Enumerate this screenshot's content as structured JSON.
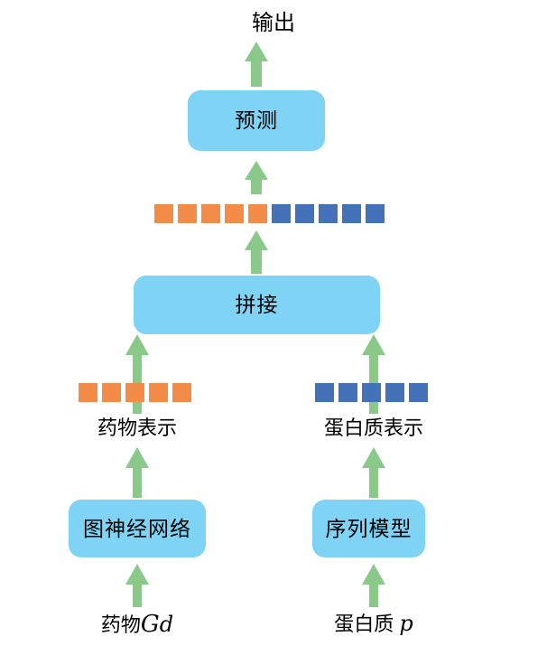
{
  "diagram": {
    "title_text": "输出",
    "colors": {
      "node_fill": "#7FD3F4",
      "arrow_green": "#8BC98B",
      "drug_orange": "#F28C48",
      "protein_blue": "#4472B8",
      "text": "#000000",
      "background": "#FFFFFF"
    },
    "nodes": {
      "output": {
        "label": "输出"
      },
      "prediction": {
        "label": "预测"
      },
      "concat": {
        "label": "拼接"
      },
      "gnn": {
        "label": "图神经网络"
      },
      "sequence_model": {
        "label": "序列模型"
      }
    },
    "labels": {
      "drug_representation": "药物表示",
      "protein_representation": "蛋白质表示",
      "drug_input_prefix": "药物",
      "drug_input_symbol": "G",
      "drug_input_subscript": "d",
      "protein_input_prefix": "蛋白质",
      "protein_input_symbol": "p"
    },
    "vectors": {
      "concatenated": {
        "name": "concatenated-feature-vector",
        "cells": [
          "orange",
          "orange",
          "orange",
          "orange",
          "orange",
          "blue",
          "blue",
          "blue",
          "blue",
          "blue"
        ]
      },
      "drug": {
        "name": "drug-feature-vector",
        "cells": [
          "orange",
          "orange",
          "orange",
          "orange",
          "orange"
        ]
      },
      "protein": {
        "name": "protein-feature-vector",
        "cells": [
          "blue",
          "blue",
          "blue",
          "blue",
          "blue"
        ]
      }
    },
    "arrows": [
      {
        "name": "arrow-prediction-to-output",
        "from": "prediction",
        "to": "output"
      },
      {
        "name": "arrow-concatvector-to-prediction",
        "from": "concatenated-feature-vector",
        "to": "prediction"
      },
      {
        "name": "arrow-concat-to-concatvector",
        "from": "concat",
        "to": "concatenated-feature-vector"
      },
      {
        "name": "arrow-drugvector-to-concat",
        "from": "drug-feature-vector",
        "to": "concat"
      },
      {
        "name": "arrow-proteinvector-to-concat",
        "from": "protein-feature-vector",
        "to": "concat"
      },
      {
        "name": "arrow-gnn-to-drugvector",
        "from": "gnn",
        "to": "drug-feature-vector"
      },
      {
        "name": "arrow-seqmodel-to-proteinvector",
        "from": "sequence_model",
        "to": "protein-feature-vector"
      },
      {
        "name": "arrow-druginput-to-gnn",
        "from": "drug-input",
        "to": "gnn"
      },
      {
        "name": "arrow-proteininput-to-seqmodel",
        "from": "protein-input",
        "to": "sequence_model"
      }
    ]
  }
}
